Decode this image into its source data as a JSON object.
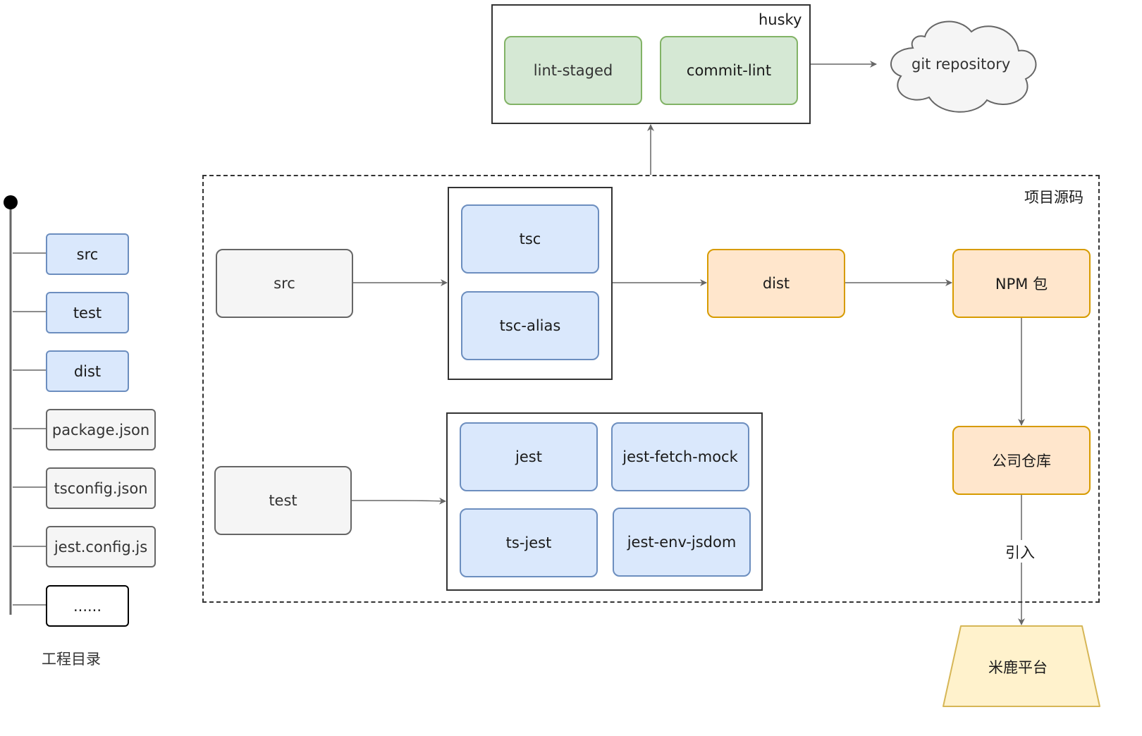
{
  "husky": {
    "title": "husky",
    "items": [
      "lint-staged",
      "commit-lint"
    ]
  },
  "git_repository": "git repository",
  "project_source": {
    "title": "项目源码",
    "src": "src",
    "test": "test",
    "build_tools": [
      "tsc",
      "tsc-alias"
    ],
    "test_tools": [
      "jest",
      "jest-fetch-mock",
      "ts-jest",
      "jest-env-jsdom"
    ],
    "dist": "dist",
    "npm_package": "NPM 包",
    "company_repo": "公司仓库"
  },
  "import_label": "引入",
  "platform": "米鹿平台",
  "directory": {
    "title": "工程目录",
    "items": [
      "src",
      "test",
      "dist",
      "package.json",
      "tsconfig.json",
      "jest.config.js",
      "......"
    ]
  },
  "colors": {
    "blue_fill": "#dae8fc",
    "blue_stroke": "#6c8ebf",
    "green_fill": "#d5e8d4",
    "green_stroke": "#82b366",
    "orange_fill": "#ffe6cc",
    "orange_stroke": "#d79b00",
    "yellow_fill": "#fff2cc",
    "yellow_stroke": "#d6b656",
    "gray_fill": "#f5f5f5",
    "gray_stroke": "#666666"
  }
}
